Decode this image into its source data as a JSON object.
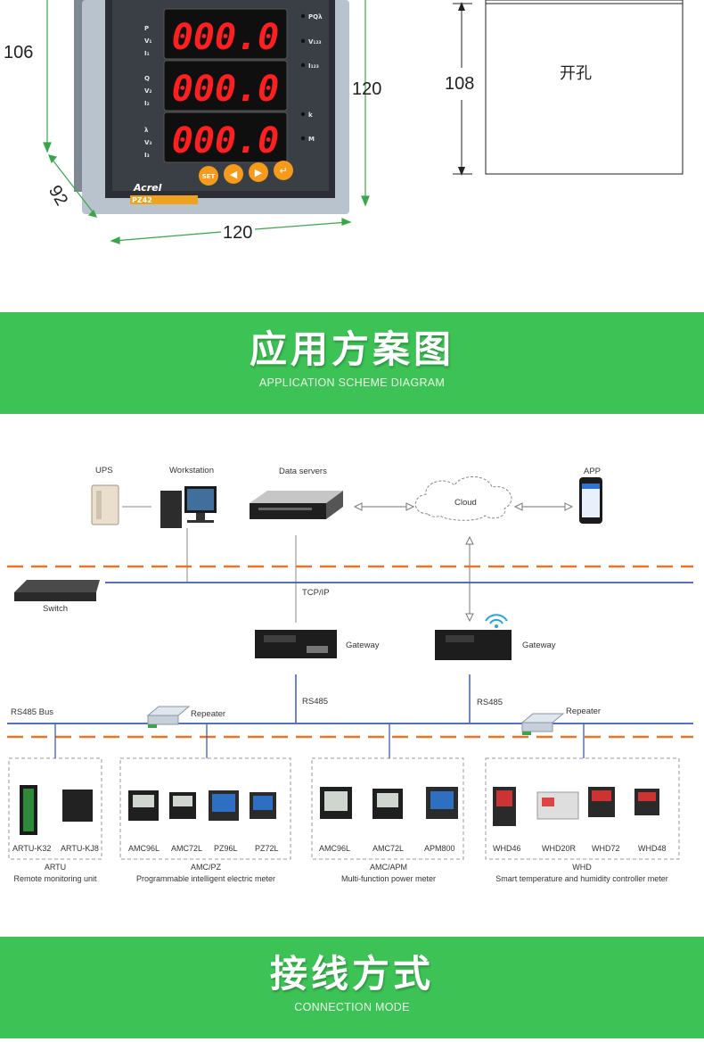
{
  "dimensions": {
    "front_height": "106",
    "panel_height": "120",
    "depth": "92",
    "width": "120",
    "cutout_height": "108",
    "cutout_label": "开孔"
  },
  "meter": {
    "brand": "Acrel",
    "model": "PZ42",
    "readings": [
      "000.0",
      "000.0",
      "000.0"
    ],
    "left_labels": [
      [
        "P",
        "V₁",
        "I₁"
      ],
      [
        "Q",
        "V₂",
        "I₂"
      ],
      [
        "λ",
        "V₃",
        "I₃"
      ]
    ],
    "right_labels": [
      "PQλ",
      "V₁₂₃",
      "I₁₂₃",
      "k",
      "M"
    ],
    "buttons": [
      "SET",
      "◀",
      "▶",
      "↵"
    ]
  },
  "banner1": {
    "title": "应用方案图",
    "subtitle": "APPLICATION SCHEME DIAGRAM"
  },
  "banner2": {
    "title": "接线方式",
    "subtitle": "CONNECTION MODE"
  },
  "scheme": {
    "top_labels": {
      "ups": "UPS",
      "workstation": "Workstation",
      "servers": "Data servers",
      "cloud": "Cloud",
      "app": "APP"
    },
    "switch": "Switch",
    "tcpip": "TCP/IP",
    "gateway": "Gateway",
    "rs485": "RS485",
    "rs485_bus": "RS485 Bus",
    "repeater": "Repeater",
    "groups": [
      {
        "devices": [
          "ARTU-K32",
          "ARTU-KJ8"
        ],
        "name": "ARTU",
        "desc": "Remote monitoring unit"
      },
      {
        "devices": [
          "AMC96L",
          "AMC72L",
          "PZ96L",
          "PZ72L"
        ],
        "name": "AMC/PZ",
        "desc": "Programmable intelligent electric meter"
      },
      {
        "devices": [
          "AMC96L",
          "AMC72L",
          "APM800"
        ],
        "name": "AMC/APM",
        "desc": "Multi-function power meter"
      },
      {
        "devices": [
          "WHD46",
          "WHD20R",
          "WHD72",
          "WHD48"
        ],
        "name": "WHD",
        "desc": "Smart temperature and humidity controller meter"
      }
    ]
  },
  "colors": {
    "banner_green": "#3cc255",
    "dim_line": "#3aa64b",
    "bus_blue": "#3b5db5",
    "dash_orange": "#e6752a",
    "led_red": "#ff1f1f"
  }
}
